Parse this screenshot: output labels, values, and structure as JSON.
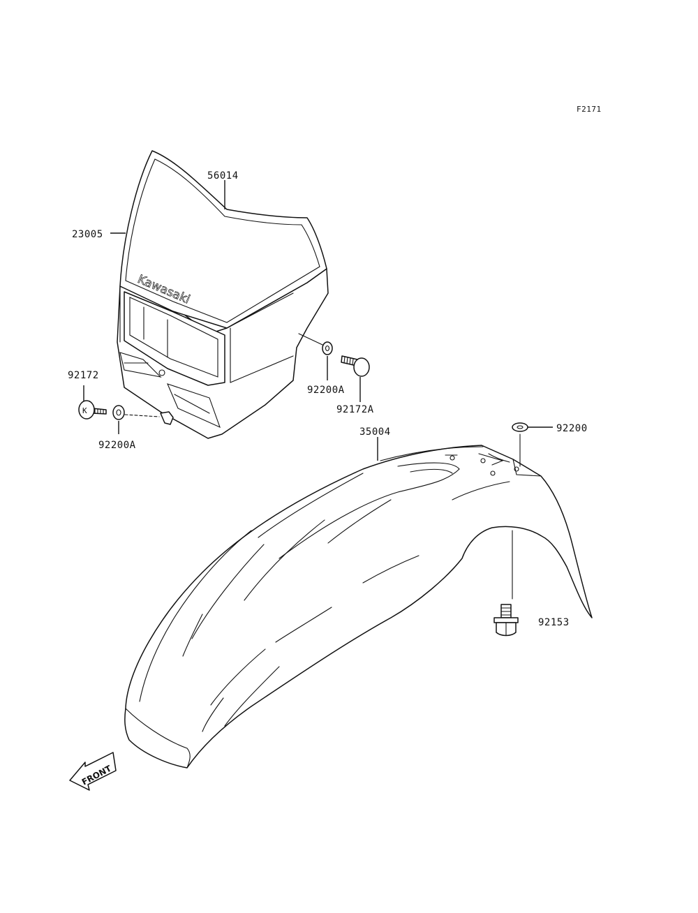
{
  "figure_code": "F2171",
  "brand_mark": "Kawasaki",
  "direction_marker": "FRONT",
  "bolt_head_letter": "K",
  "parts": [
    {
      "number": "56014",
      "part": "headlight-cover-number-plate"
    },
    {
      "number": "23005",
      "part": "headlight-cover"
    },
    {
      "number": "92172",
      "part": "bolt-left"
    },
    {
      "number": "92200A",
      "part": "washer-left"
    },
    {
      "number": "92200A",
      "part": "washer-right"
    },
    {
      "number": "92172A",
      "part": "bolt-right"
    },
    {
      "number": "35004",
      "part": "front-fender"
    },
    {
      "number": "92200",
      "part": "washer-fender"
    },
    {
      "number": "92153",
      "part": "bolt-fender"
    }
  ]
}
